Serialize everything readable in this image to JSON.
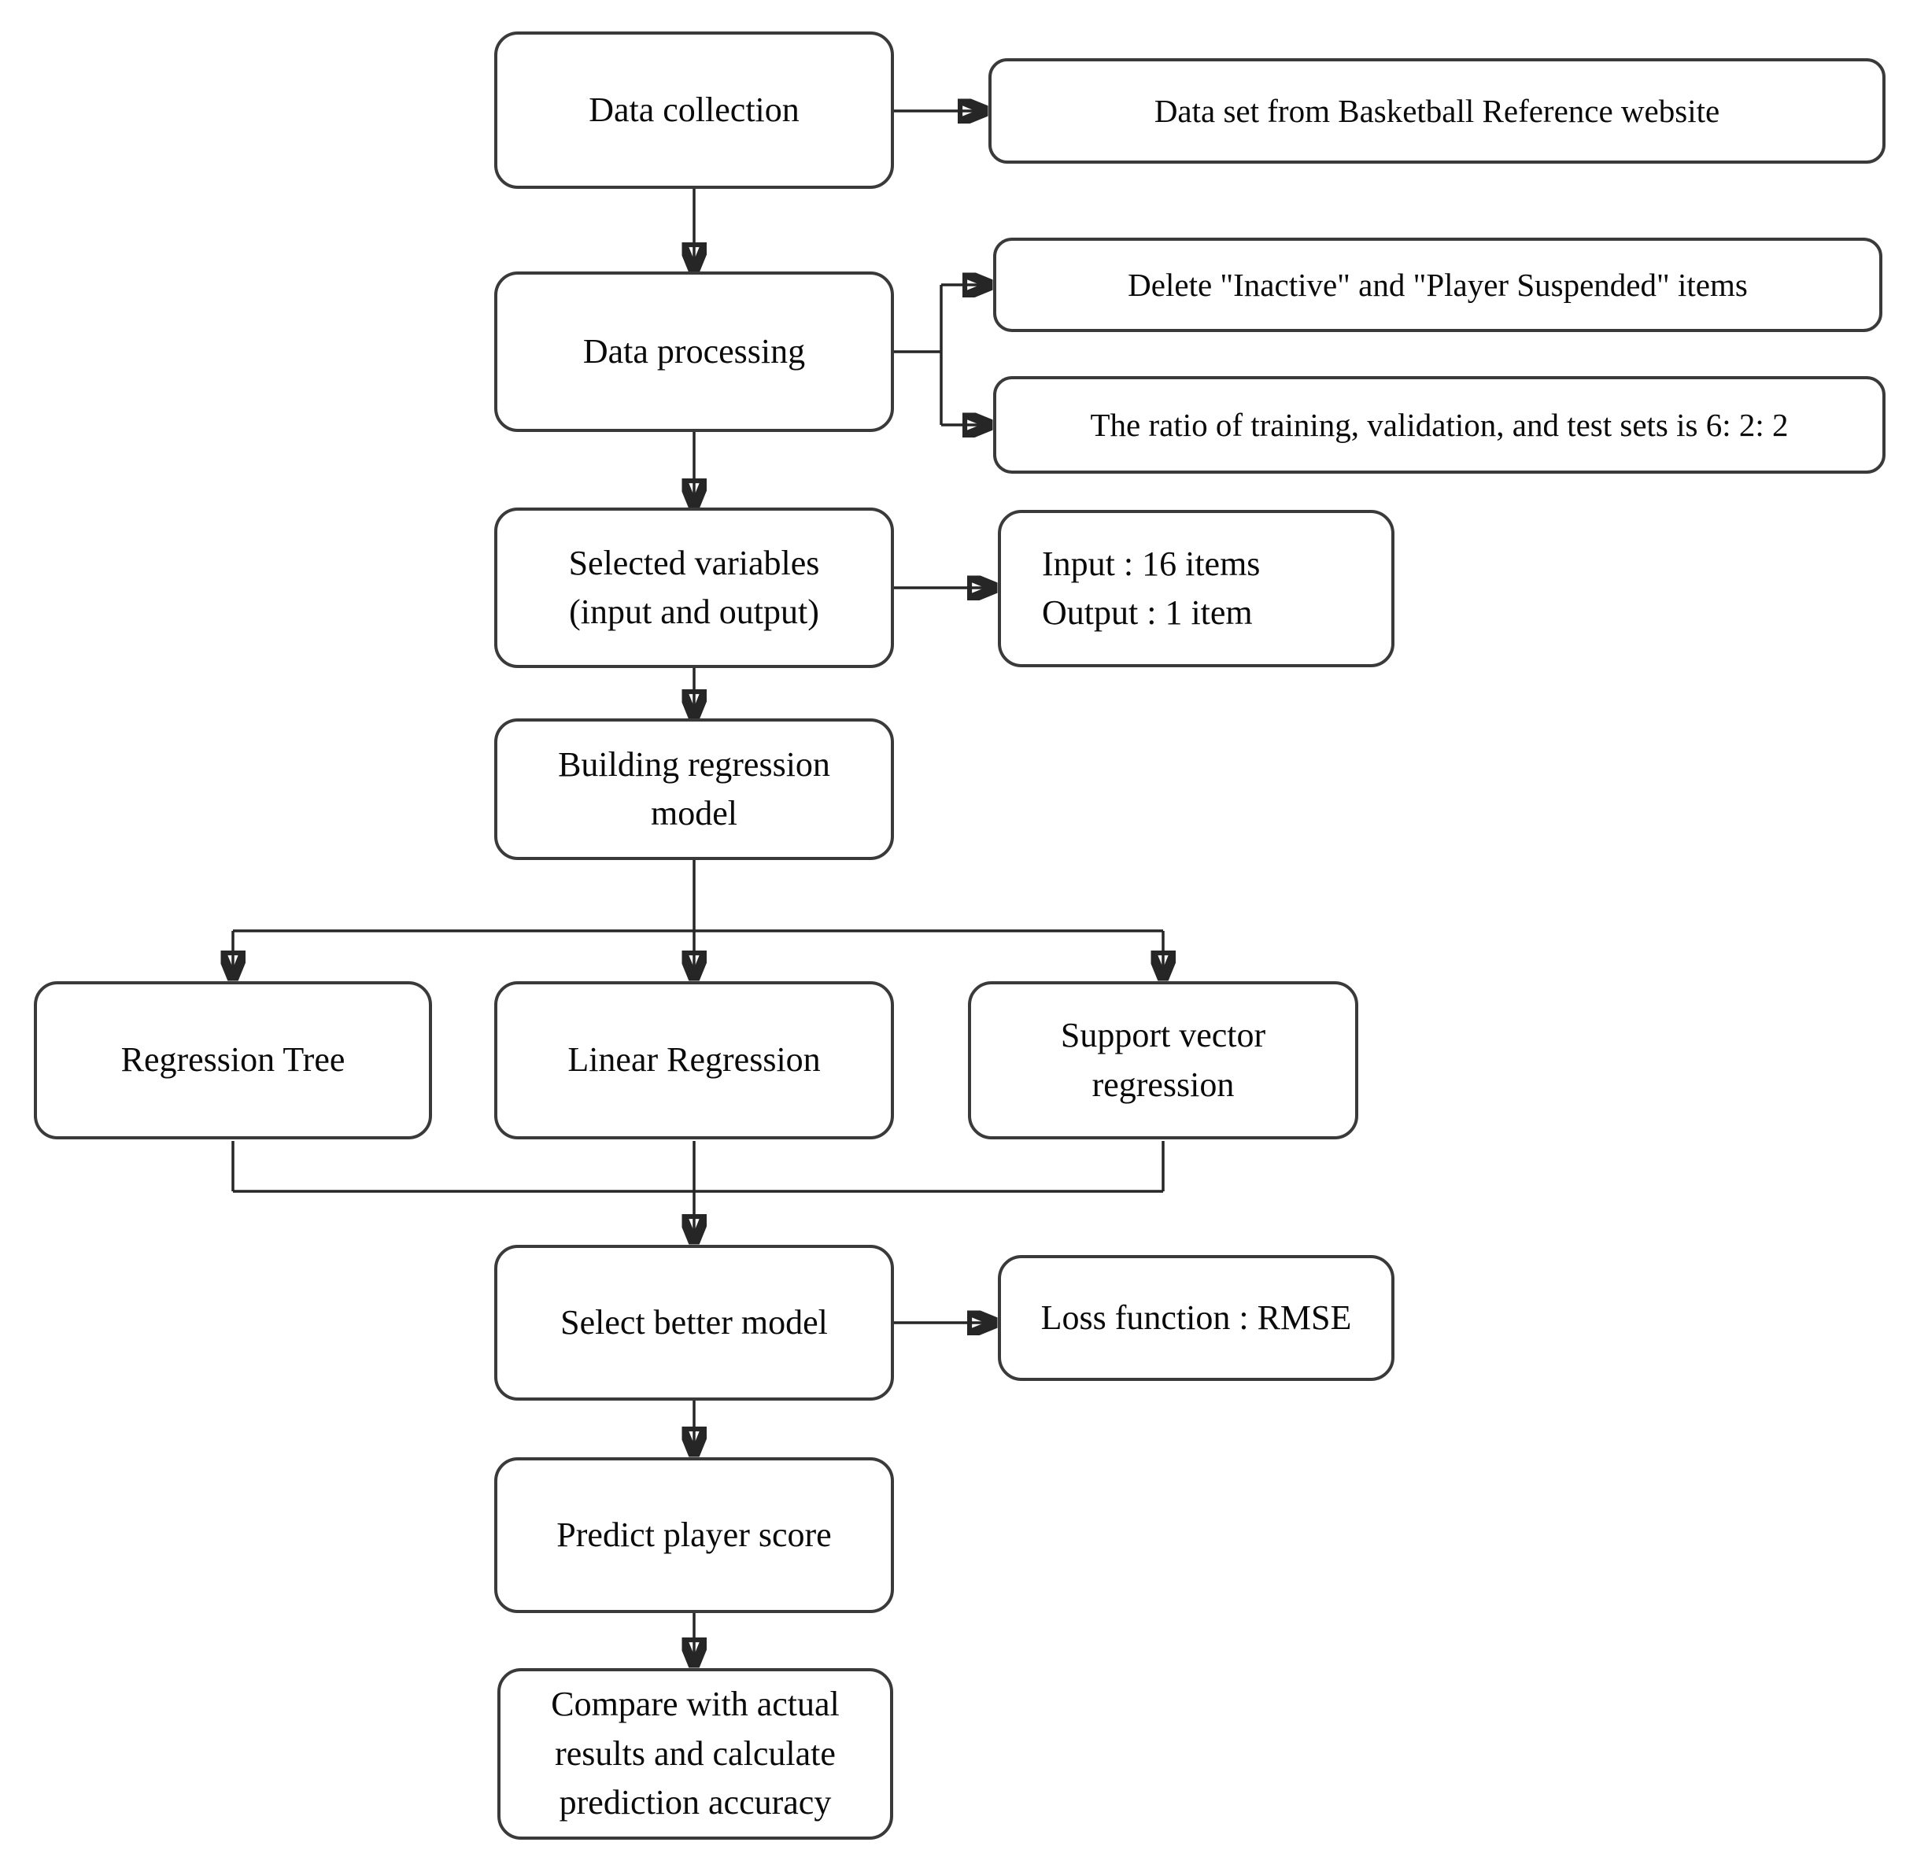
{
  "diagram_type": "flowchart",
  "colors": {
    "background": "#ffffff",
    "node_fill": "#ffffff",
    "node_border": "#3a3a3a",
    "line": "#262626",
    "text": "#0a0a0a"
  },
  "nodes": {
    "data_collection": {
      "label": "Data collection"
    },
    "dataset_source": {
      "label": "Data set from Basketball Reference website"
    },
    "data_processing": {
      "label": "Data processing"
    },
    "delete_items": {
      "label": "Delete \"Inactive\" and \"Player Suspended\" items"
    },
    "split_ratio": {
      "label": "The ratio of training, validation, and test sets is 6: 2: 2"
    },
    "selected_variables": {
      "label": "Selected variables\n(input and output)"
    },
    "input_output": {
      "label": "Input  : 16 items\nOutput : 1 item"
    },
    "building_model": {
      "label": "Building regression\nmodel"
    },
    "regression_tree": {
      "label": "Regression Tree"
    },
    "linear_regression": {
      "label": "Linear Regression"
    },
    "svr": {
      "label": "Support vector\nregression"
    },
    "select_better": {
      "label": "Select better model"
    },
    "loss_function": {
      "label": "Loss function : RMSE"
    },
    "predict_score": {
      "label": "Predict player score"
    },
    "compare": {
      "label": "Compare with actual\nresults and calculate\nprediction accuracy"
    }
  },
  "edges": [
    {
      "from": "data_collection",
      "to": "dataset_source"
    },
    {
      "from": "data_collection",
      "to": "data_processing"
    },
    {
      "from": "data_processing",
      "to": "delete_items"
    },
    {
      "from": "data_processing",
      "to": "split_ratio"
    },
    {
      "from": "data_processing",
      "to": "selected_variables"
    },
    {
      "from": "selected_variables",
      "to": "input_output"
    },
    {
      "from": "selected_variables",
      "to": "building_model"
    },
    {
      "from": "building_model",
      "to": "regression_tree"
    },
    {
      "from": "building_model",
      "to": "linear_regression"
    },
    {
      "from": "building_model",
      "to": "svr"
    },
    {
      "from": "regression_tree",
      "to": "select_better"
    },
    {
      "from": "linear_regression",
      "to": "select_better"
    },
    {
      "from": "svr",
      "to": "select_better"
    },
    {
      "from": "select_better",
      "to": "loss_function"
    },
    {
      "from": "select_better",
      "to": "predict_score"
    },
    {
      "from": "predict_score",
      "to": "compare"
    }
  ]
}
